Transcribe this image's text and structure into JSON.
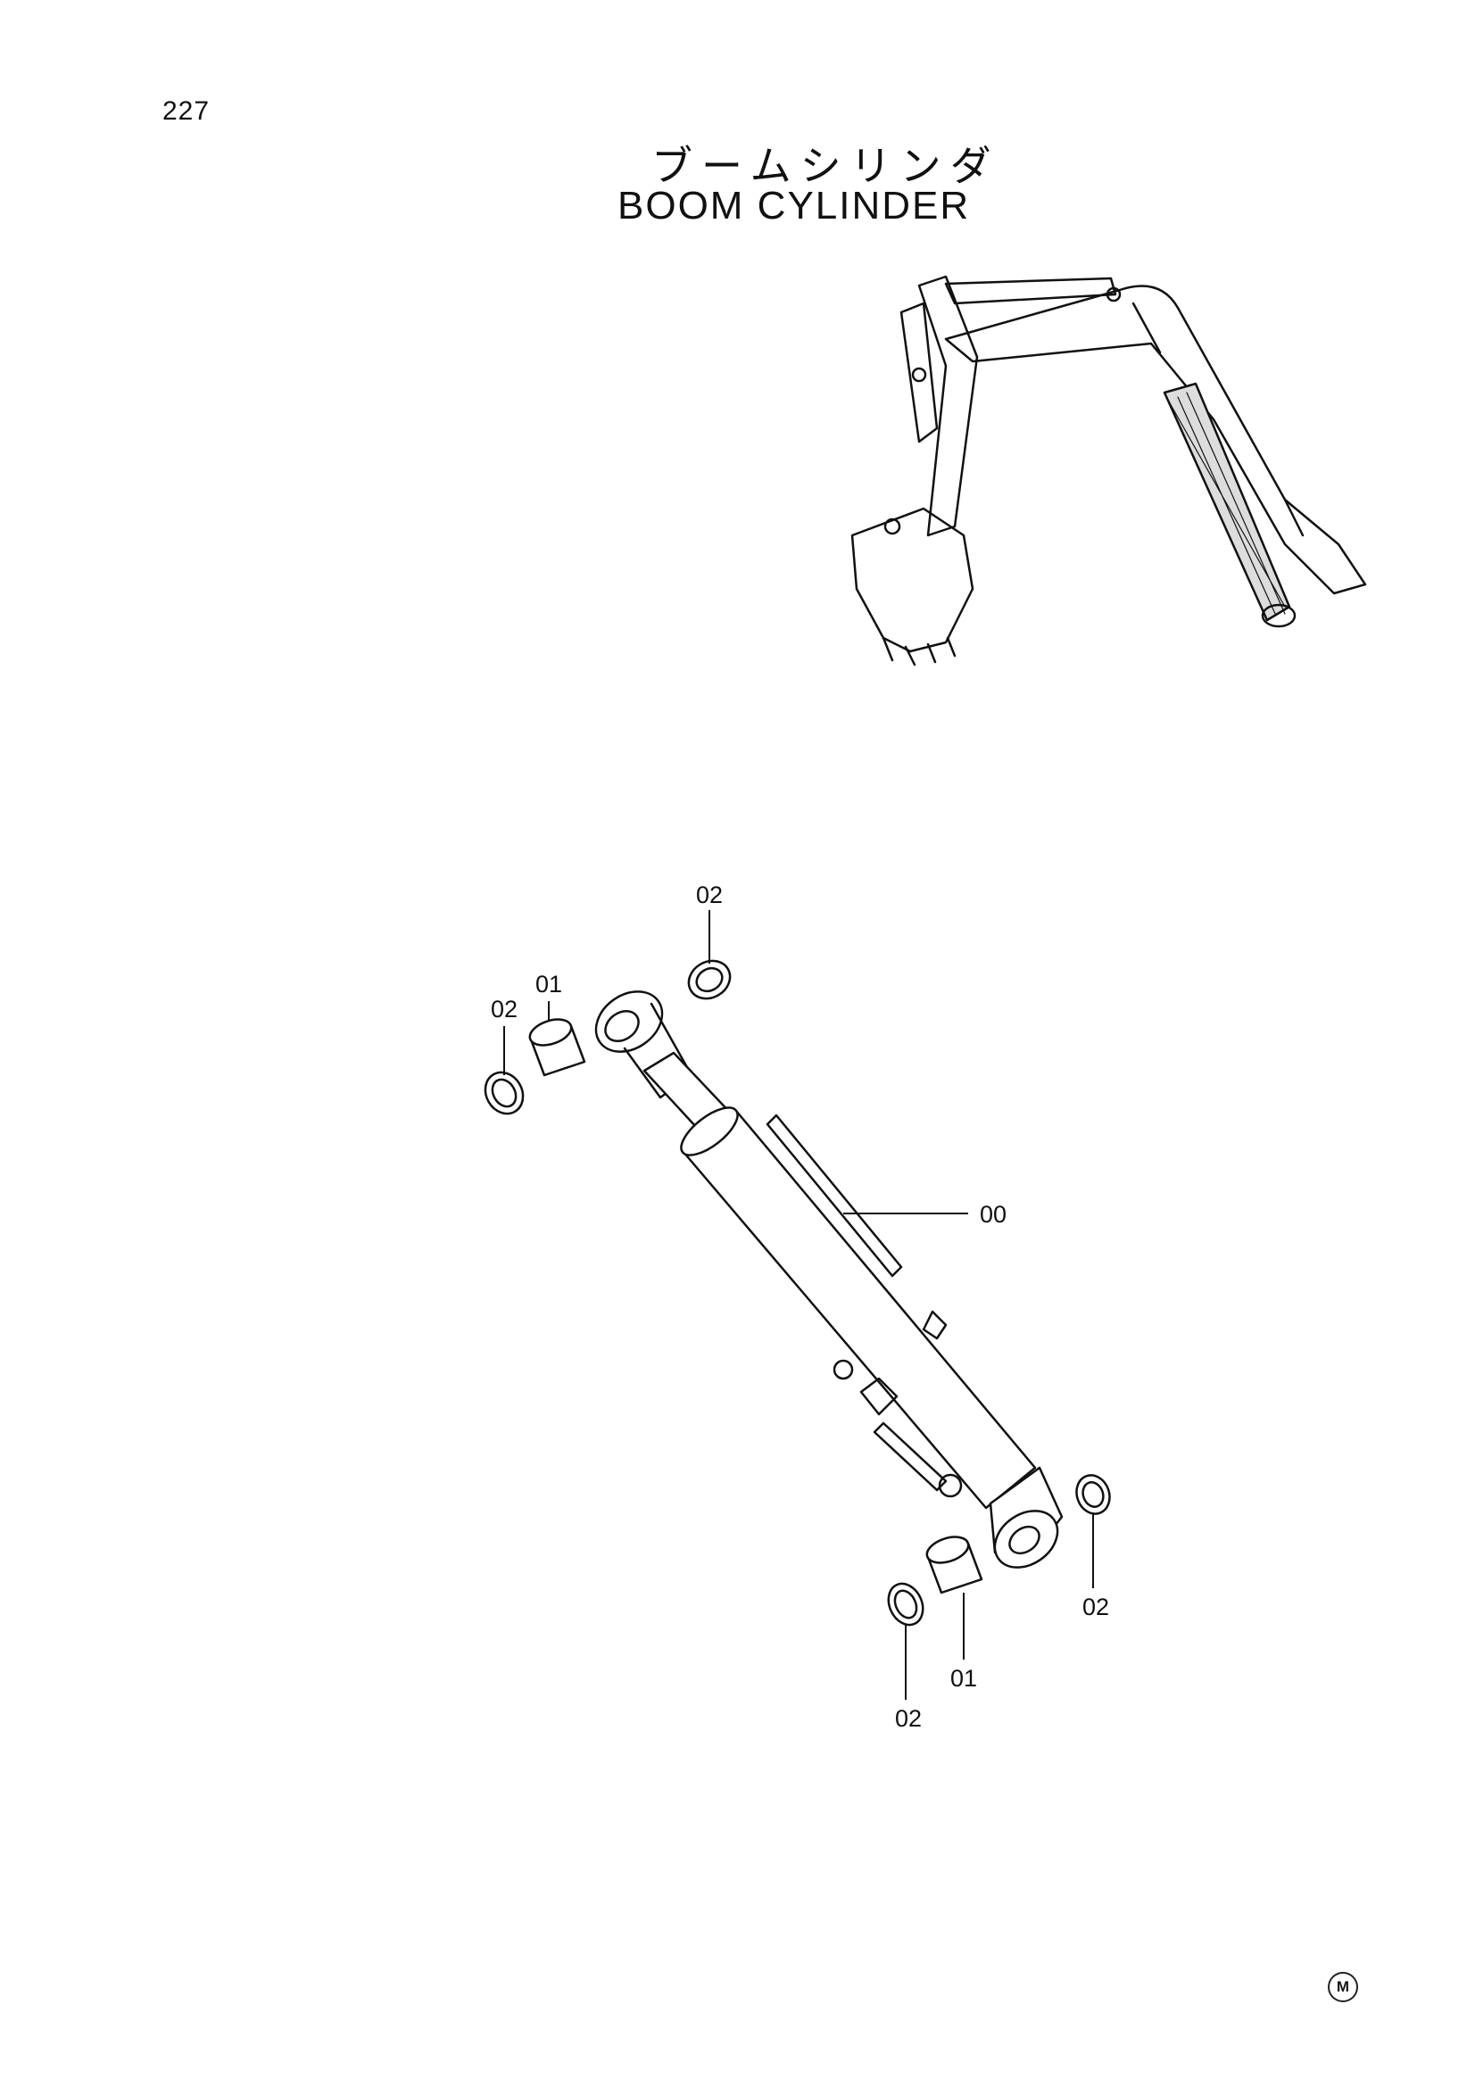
{
  "page": {
    "number": "227",
    "title_jp": "ブームシリンダ",
    "title_en": "BOOM CYLINDER",
    "mark": "M"
  },
  "callouts": [
    {
      "id": "c-02-top",
      "label": "02"
    },
    {
      "id": "c-01-top",
      "label": "01"
    },
    {
      "id": "c-02-left",
      "label": "02"
    },
    {
      "id": "c-00",
      "label": "00"
    },
    {
      "id": "c-02-right",
      "label": "02"
    },
    {
      "id": "c-01-bottom",
      "label": "01"
    },
    {
      "id": "c-02-bottom",
      "label": "02"
    }
  ]
}
